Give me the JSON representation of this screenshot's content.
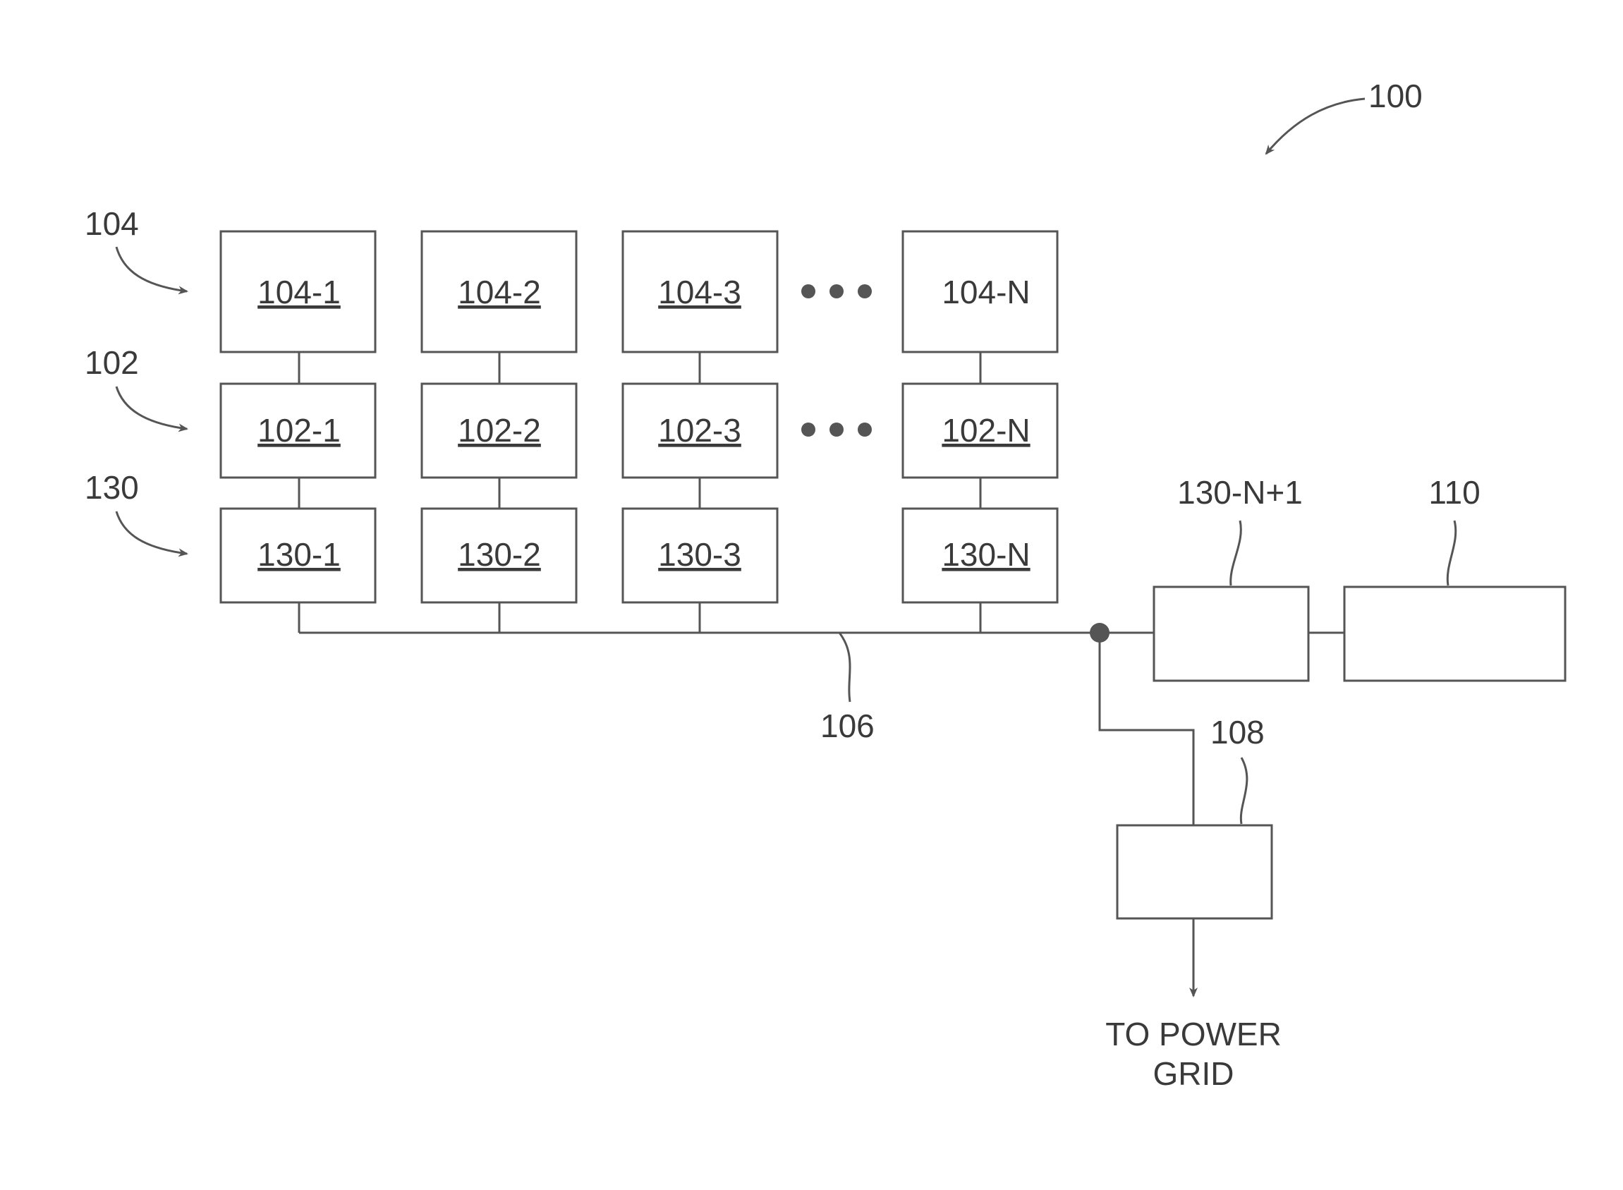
{
  "figure": {
    "ref_100": "100",
    "rows": {
      "row104": {
        "ref": "104",
        "boxes": [
          "104-1",
          "104-2",
          "104-3",
          "104-N"
        ]
      },
      "row102": {
        "ref": "102",
        "boxes": [
          "102-1",
          "102-2",
          "102-3",
          "102-N"
        ]
      },
      "row130": {
        "ref": "130",
        "boxes": [
          "130-1",
          "130-2",
          "130-3",
          "130-N"
        ]
      }
    },
    "ref_130_n1": "130-N+1",
    "ref_110": "110",
    "ref_106": "106",
    "ref_108": "108",
    "grid_line1": "TO POWER",
    "grid_line2": "GRID"
  },
  "colors": {
    "line": "#555555",
    "text": "#3a3a3a"
  }
}
